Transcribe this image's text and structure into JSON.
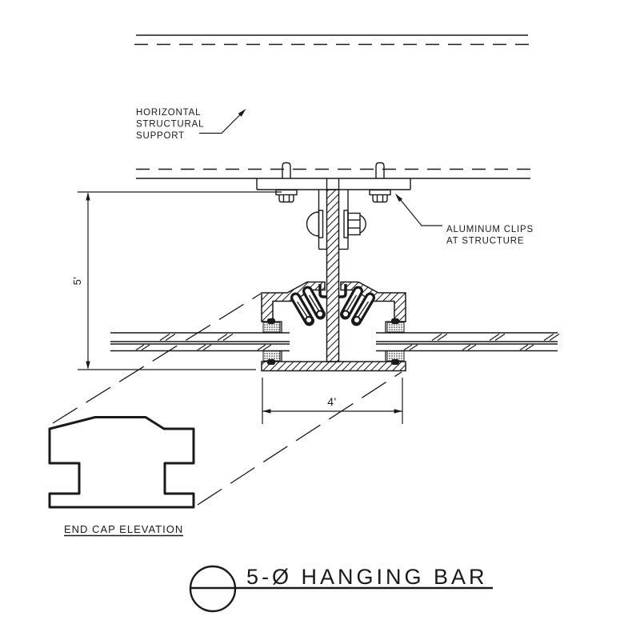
{
  "drawing": {
    "background": "#ffffff",
    "line_color": "#1a1a1a",
    "title": "5-&#216; HANGING BAR",
    "title_plain": "5-Ø HANGING BAR",
    "detail_label": "END CAP ELEVATION",
    "callouts": {
      "horizontal_support": {
        "line1": "HORIZONTAL",
        "line2": "STRUCTURAL",
        "line3": "SUPPORT"
      },
      "aluminum_clips": {
        "line1": "ALUMINUM CLIPS",
        "line2": "AT STRUCTURE"
      }
    },
    "dimensions": {
      "height": "5'",
      "width": "4'"
    }
  }
}
